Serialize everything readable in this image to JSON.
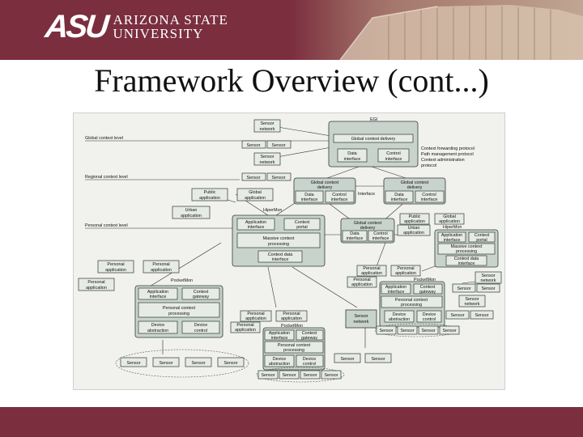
{
  "header": {
    "logo_mark": "ASU",
    "logo_line1": "ARIZONA STATE",
    "logo_line2": "UNIVERSITY",
    "brand_color": "#7a2e3e"
  },
  "slide": {
    "title": "Framework Overview (cont...)"
  },
  "diagram": {
    "levels": {
      "global": "Global context level",
      "regional": "Regional context level",
      "personal": "Personal context level"
    },
    "egi": {
      "label": "EGI",
      "delivery": "Global context delivery",
      "data_interface": [
        "Data",
        "interface"
      ],
      "control_interface": [
        "Control",
        "interface"
      ]
    },
    "protocols": [
      "Context forwarding protocol",
      "Path management protocol",
      "Context administration",
      "protocol"
    ],
    "top_sensors": {
      "network1": [
        "Sensor",
        "network"
      ],
      "sensor_a": "Sensor",
      "sensor_b": "Sensor",
      "network2": [
        "Sensor",
        "network"
      ],
      "sensor_c": "Sensor",
      "sensor_d": "Sensor"
    },
    "regional": {
      "gcd1": [
        "Global context",
        "delivery"
      ],
      "data1": [
        "Data",
        "interface"
      ],
      "ctrl1": [
        "Control",
        "interface"
      ],
      "interface": "Interface",
      "gcd2": [
        "Global context",
        "delivery"
      ],
      "data2": [
        "Data",
        "interface"
      ],
      "ctrl2": [
        "Control",
        "interface"
      ],
      "public_app": [
        "Public",
        "application"
      ],
      "global_app": [
        "Global",
        "application"
      ],
      "hipermon": "HiperMon",
      "urban_app": [
        "Urban",
        "application"
      ]
    },
    "hipermon_main": {
      "app_interface": [
        "Application",
        "interface"
      ],
      "context_portal": [
        "Context",
        "portal"
      ],
      "massive": [
        "Massive context",
        "processing"
      ],
      "ctx_data": [
        "Context data",
        "interface"
      ]
    },
    "mid_gcd": {
      "gcd": [
        "Global context",
        "delivery"
      ],
      "data": [
        "Data",
        "interface"
      ],
      "ctrl": [
        "Control",
        "interface"
      ]
    },
    "right_hipermon": {
      "public_app": [
        "Public",
        "application"
      ],
      "global_app": [
        "Global",
        "application"
      ],
      "urban_app": [
        "Urban",
        "application"
      ],
      "hipermon": "HiperMon",
      "app_interface": [
        "Application",
        "interface"
      ],
      "context_portal": [
        "Context",
        "portal"
      ],
      "massive": [
        "Massive context",
        "processing"
      ],
      "ctx_data": [
        "Context data",
        "interface"
      ],
      "sensor_network": [
        "Sensor",
        "network"
      ]
    },
    "pocketmon_left": {
      "personal_app1": [
        "Personal",
        "application"
      ],
      "personal_app2": [
        "Personal",
        "application"
      ],
      "personal_app3": [
        "Personal",
        "application"
      ],
      "pocketmon": "PocketMon",
      "app_interface": [
        "Application",
        "interface"
      ],
      "context_gateway": [
        "Context",
        "gateway"
      ],
      "processing": [
        "Personal context",
        "processing"
      ],
      "device_abstraction": [
        "Device",
        "abstraction"
      ],
      "device_control": [
        "Device",
        "control"
      ],
      "sensors": [
        "Sensor",
        "Sensor",
        "Sensor",
        "Sensor"
      ]
    },
    "pocketmon_center": {
      "personal_app1": [
        "Personal",
        "application"
      ],
      "personal_app2": [
        "Personal",
        "application"
      ],
      "personal_app3": [
        "Personal",
        "application"
      ],
      "pocketmon": "PocketMon",
      "app_interface": [
        "Application",
        "interface"
      ],
      "context_gateway": [
        "Context",
        "gateway"
      ],
      "processing": [
        "Personal context",
        "processing"
      ],
      "device_abstraction": [
        "Device",
        "abstraction"
      ],
      "device_control": [
        "Device",
        "control"
      ],
      "sensors": [
        "Sensor",
        "Sensor",
        "Sensor",
        "Sensor"
      ],
      "sensor_network": [
        "Sensor",
        "network"
      ],
      "bottom_sensors": [
        "Sensor",
        "Sensor"
      ]
    },
    "pocketmon_right": {
      "personal_app1": [
        "Personal",
        "application"
      ],
      "personal_app2": [
        "Personal",
        "application"
      ],
      "personal_app3": [
        "Personal",
        "application"
      ],
      "pocketmon": "PocketMon",
      "app_interface": [
        "Application",
        "interface"
      ],
      "context_gateway": [
        "Context",
        "gateway"
      ],
      "processing": [
        "Personal context",
        "processing"
      ],
      "device_abstraction": [
        "Device",
        "abstraction"
      ],
      "device_control": [
        "Device",
        "control"
      ],
      "sensors_row": [
        "Sensor",
        "Sensor",
        "Sensor",
        "Sensor"
      ],
      "side_sensors": [
        "Sensor",
        "Sensor"
      ],
      "sensor_network": [
        "Sensor",
        "network"
      ],
      "low_sensors": [
        "Sensor",
        "Sensor"
      ]
    }
  }
}
